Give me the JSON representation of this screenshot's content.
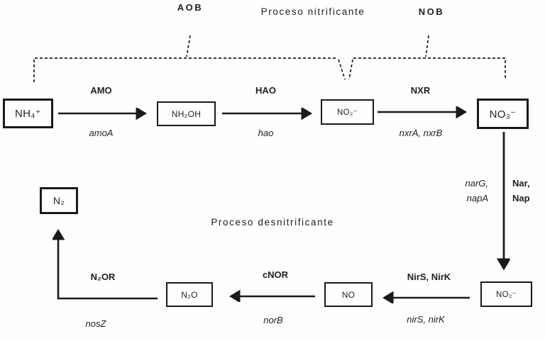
{
  "headers": {
    "aob": "AOB",
    "nitrifying_process": "Proceso nitrificante",
    "nob": "NOB",
    "denitrifying_process": "Proceso desnitrificante"
  },
  "compounds": {
    "ammonium": "NH₄⁺",
    "hydroxylamine": "NH₂OH",
    "nitrite_top": "NO₂⁻",
    "nitrate": "NO₃⁻",
    "nitrite_bottom": "NO₂⁻",
    "nitric_oxide": "NO",
    "nitrous_oxide": "N₂O",
    "dinitrogen": "N₂"
  },
  "enzymes": {
    "amo": "AMO",
    "hao": "HAO",
    "nxr": "NXR",
    "nar_line1": "Nar,",
    "nar_line2": "Nap",
    "nir": "NirS, NirK",
    "cnor": "cNOR",
    "n2or": "N₂OR"
  },
  "genes": {
    "amo": "amoA",
    "hao": "hao",
    "nxr": "nxrA, nxrB",
    "nar_line1": "narG,",
    "nar_line2": "napA",
    "nir": "nirS, nirK",
    "cnor": "norB",
    "n2or": "nosZ"
  },
  "colors": {
    "ink": "#1f1f1f",
    "border": "#1a1a1a",
    "background": "#fdfdfd"
  }
}
